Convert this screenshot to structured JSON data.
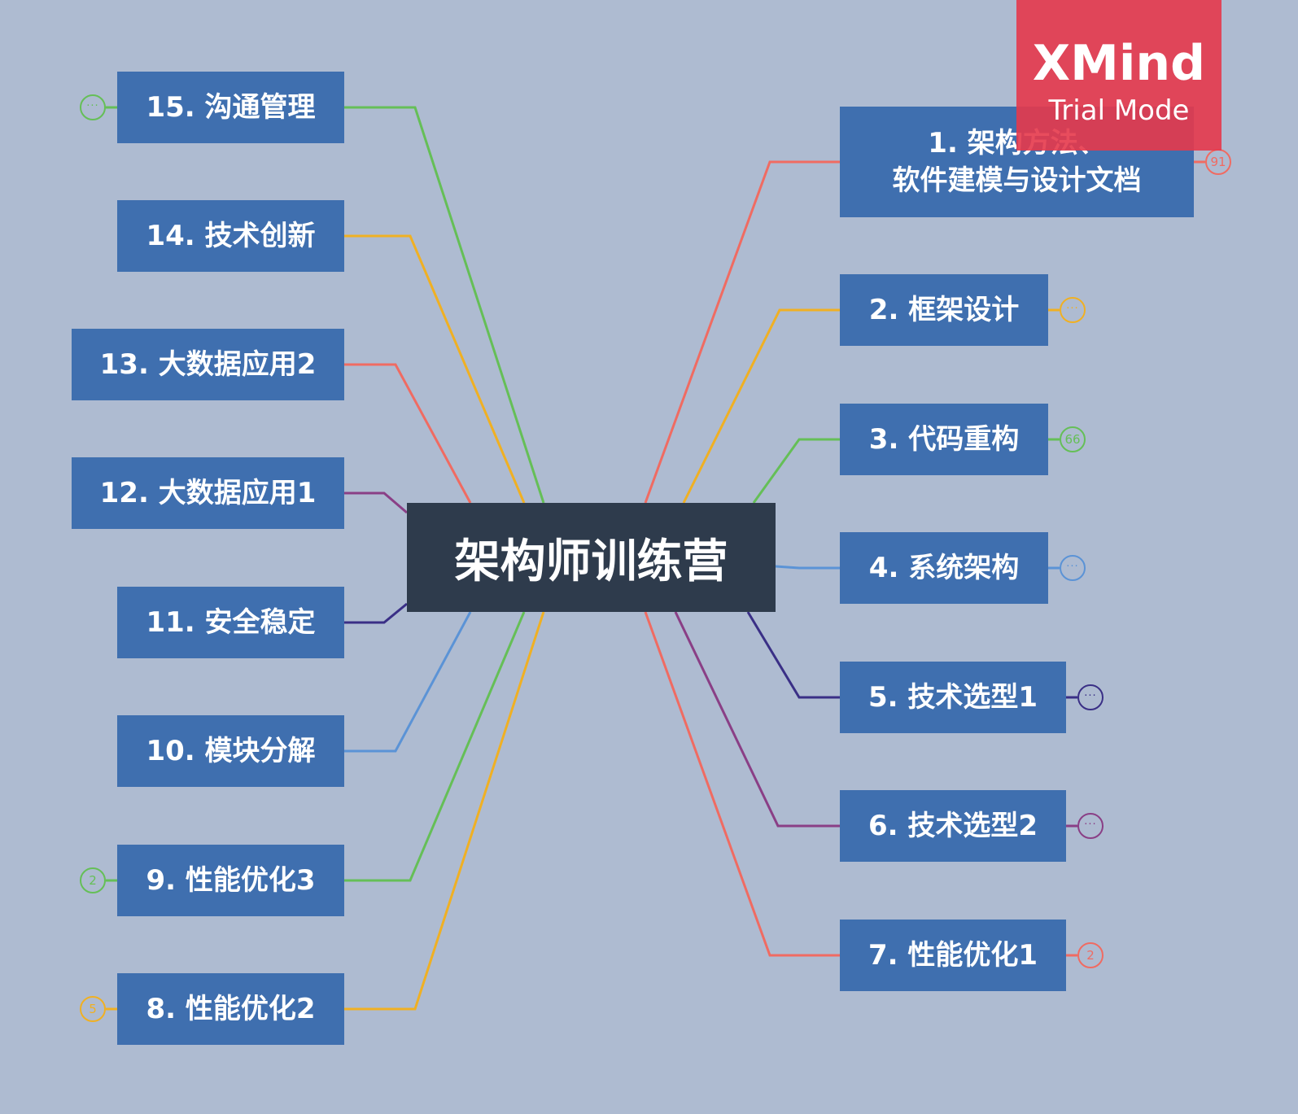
{
  "central": {
    "title": "架构师训练营"
  },
  "watermark": {
    "line1": "XMind",
    "line2": "Trial Mode"
  },
  "topics_right": [
    {
      "id": 1,
      "lines": [
        "1. 架构方法、",
        "软件建模与设计文档"
      ],
      "color": "#f06b62",
      "badge": "91"
    },
    {
      "id": 2,
      "lines": [
        "2. 框架设计"
      ],
      "color": "#f0b023",
      "badge": "···"
    },
    {
      "id": 3,
      "lines": [
        "3. 代码重构"
      ],
      "color": "#65bf57",
      "badge": "66"
    },
    {
      "id": 4,
      "lines": [
        "4. 系统架构"
      ],
      "color": "#5b93d6",
      "badge": "···"
    },
    {
      "id": 5,
      "lines": [
        "5. 技术选型1"
      ],
      "color": "#3a2f86",
      "badge": "···"
    },
    {
      "id": 6,
      "lines": [
        "6. 技术选型2"
      ],
      "color": "#8a3f86",
      "badge": "···"
    },
    {
      "id": 7,
      "lines": [
        "7. 性能优化1"
      ],
      "color": "#f06b62",
      "badge": "2"
    }
  ],
  "topics_left": [
    {
      "id": 15,
      "lines": [
        "15. 沟通管理"
      ],
      "color": "#65bf57",
      "badge": "···"
    },
    {
      "id": 14,
      "lines": [
        "14. 技术创新"
      ],
      "color": "#f0b023",
      "badge": ""
    },
    {
      "id": 13,
      "lines": [
        "13. 大数据应用2"
      ],
      "color": "#f06b62",
      "badge": ""
    },
    {
      "id": 12,
      "lines": [
        "12. 大数据应用1"
      ],
      "color": "#8a3f86",
      "badge": ""
    },
    {
      "id": 11,
      "lines": [
        "11. 安全稳定"
      ],
      "color": "#3a2f86",
      "badge": ""
    },
    {
      "id": 10,
      "lines": [
        "10. 模块分解"
      ],
      "color": "#5b93d6",
      "badge": ""
    },
    {
      "id": 9,
      "lines": [
        "9. 性能优化3"
      ],
      "color": "#65bf57",
      "badge": "2"
    },
    {
      "id": 8,
      "lines": [
        "8. 性能优化2"
      ],
      "color": "#f0b023",
      "badge": "5"
    }
  ]
}
